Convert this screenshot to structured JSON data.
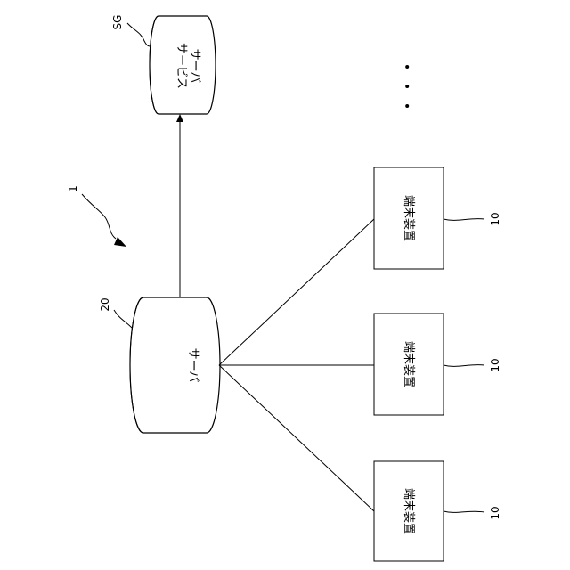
{
  "system": {
    "ref": "1"
  },
  "server": {
    "ref": "20",
    "label": "サーバ"
  },
  "service_server": {
    "ref": "SG",
    "label_line1": "サービス",
    "label_line2": "サーバ"
  },
  "terminals": [
    {
      "ref": "10",
      "label": "端末装置"
    },
    {
      "ref": "10",
      "label": "端末装置"
    },
    {
      "ref": "10",
      "label": "端末装置"
    }
  ],
  "continuation": "・・・"
}
